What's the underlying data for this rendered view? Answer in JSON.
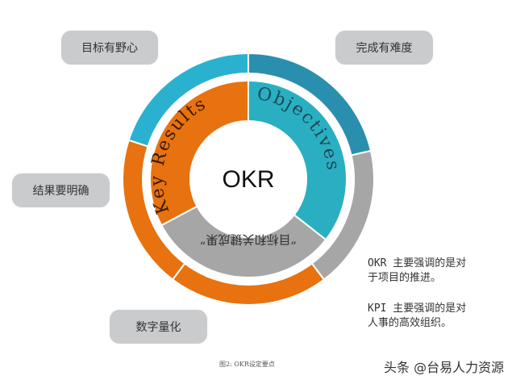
{
  "center": {
    "label": "OKR"
  },
  "inner_ring": {
    "objectives": {
      "label": "Objectives",
      "color": "#2aafc2"
    },
    "key_results": {
      "label": "Key Results",
      "color": "#e8720f"
    },
    "bottom": {
      "label": "“目标和关键成果”",
      "color": "#a6a6a6"
    }
  },
  "outer_ring": {
    "colors": {
      "top_left": "#2ab1d0",
      "top_right": "#2a8fae",
      "right": "#a6a6a6",
      "bottom": "#e8720f",
      "left": "#e8720f"
    }
  },
  "pills": {
    "ambitious": "目标有野心",
    "difficult": "完成有难度",
    "clear_results": "结果要明确",
    "quantified": "数字量化"
  },
  "notes": {
    "okr": "OKR 主要强调的是对\n于项目的推进。",
    "kpi": "KPI 主要强调的是对\n人事的高效组织。"
  },
  "caption": "图2:  OKR设定要点",
  "watermark": "头条 @台易人力资源"
}
